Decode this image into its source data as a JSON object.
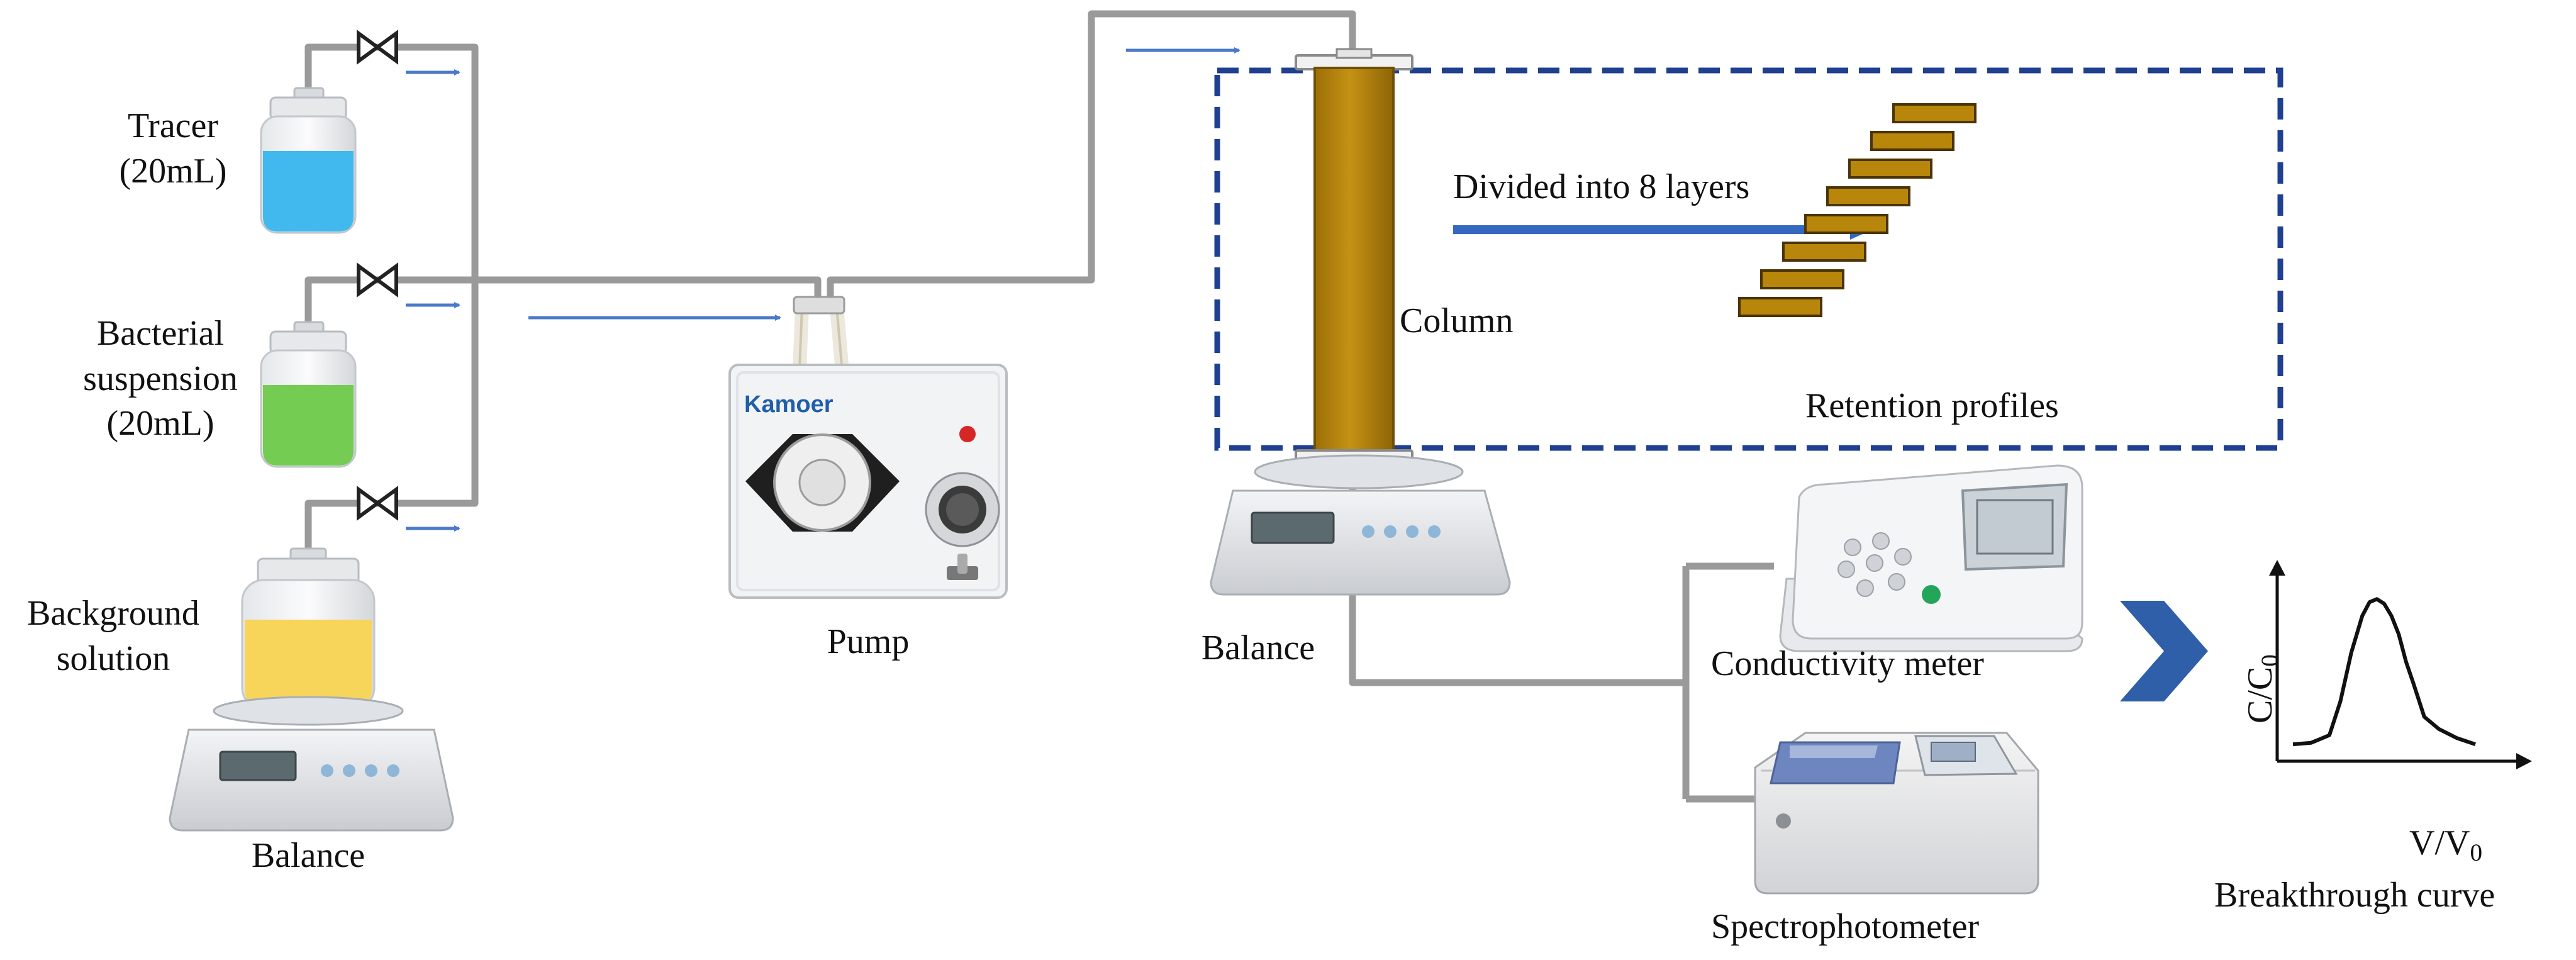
{
  "labels": {
    "tracer": "Tracer",
    "tracer_volume": "(20mL)",
    "bacterial_line1": "Bacterial",
    "bacterial_line2": "suspension",
    "bacterial_volume": "(20mL)",
    "background_line1": "Background",
    "background_line2": "solution",
    "balance_left": "Balance",
    "pump": "Pump",
    "balance_mid": "Balance",
    "column": "Column",
    "divided": "Divided into 8 layers",
    "retention": "Retention profiles",
    "conductivity": "Conductivity meter",
    "spectrophotometer": "Spectrophotometer",
    "breakthrough": "Breakthrough curve",
    "y_axis_main": "C/C",
    "y_axis_sub": "0",
    "x_axis_main": "V/V",
    "x_axis_sub": "0",
    "pump_brand": "Kamoer"
  },
  "layer_count": 8,
  "breakthrough_curve": {
    "x": [
      0,
      0.1,
      0.2,
      0.26,
      0.32,
      0.38,
      0.42,
      0.46,
      0.5,
      0.54,
      0.58,
      0.62,
      0.66,
      0.72,
      0.8,
      0.9,
      1.0
    ],
    "y": [
      0.02,
      0.03,
      0.08,
      0.3,
      0.62,
      0.86,
      0.95,
      0.97,
      0.94,
      0.86,
      0.74,
      0.56,
      0.42,
      0.2,
      0.12,
      0.06,
      0.02
    ]
  },
  "colors": {
    "tubing": "#9a9a9a",
    "flow_arrow": "#4a79c9",
    "dashed_box": "#1f3f91",
    "column_fill": "#b8860b",
    "layer_fill": "#b8860b",
    "tracer_liquid": "#41b8ee",
    "bacterial_liquid": "#74cc53",
    "background_liquid": "#f7d45a",
    "chevron": "#2e5fa8",
    "big_arrow": "#3568c0"
  },
  "icons": [
    "valve-icon",
    "bottle-icon",
    "balance-icon",
    "pump-icon",
    "conductivity-meter-icon",
    "spectrophotometer-icon",
    "chevron-right-icon"
  ]
}
